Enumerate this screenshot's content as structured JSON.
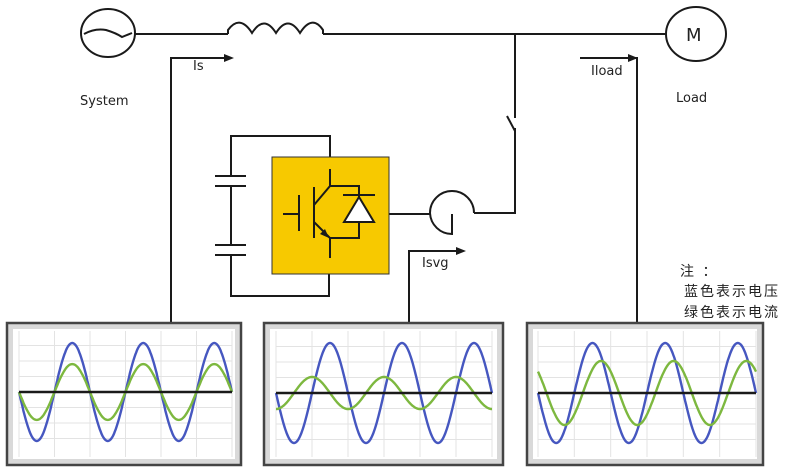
{
  "labels": {
    "system": "System",
    "load": "Load",
    "motor": "M",
    "is": "Is",
    "iload": "Iload",
    "isvg": "Isvg"
  },
  "note": {
    "title": "注 ：",
    "line1": "蓝色表示电压",
    "line2": "绿色表示电流"
  },
  "colors": {
    "converter": "#F7C900",
    "voltage": "#4657C0",
    "current": "#7DB83F",
    "axis": "#1a1a1a"
  },
  "chart_data": [
    {
      "type": "line",
      "title": "Is",
      "cycles": 3,
      "series": [
        {
          "name": "voltage",
          "color": "#4657C0",
          "amplitude": 1.0,
          "phase_deg": 0
        },
        {
          "name": "current",
          "color": "#7DB83F",
          "amplitude": 0.57,
          "phase_deg": 0
        }
      ]
    },
    {
      "type": "line",
      "title": "Isvg",
      "cycles": 3,
      "series": [
        {
          "name": "voltage",
          "color": "#4657C0",
          "amplitude": 1.0,
          "phase_deg": 0
        },
        {
          "name": "current",
          "color": "#7DB83F",
          "amplitude": 0.32,
          "phase_deg": 90
        }
      ]
    },
    {
      "type": "line",
      "title": "Iload",
      "cycles": 3,
      "series": [
        {
          "name": "voltage",
          "color": "#4657C0",
          "amplitude": 1.0,
          "phase_deg": 0
        },
        {
          "name": "current",
          "color": "#7DB83F",
          "amplitude": 0.64,
          "phase_deg": -42
        }
      ]
    }
  ]
}
